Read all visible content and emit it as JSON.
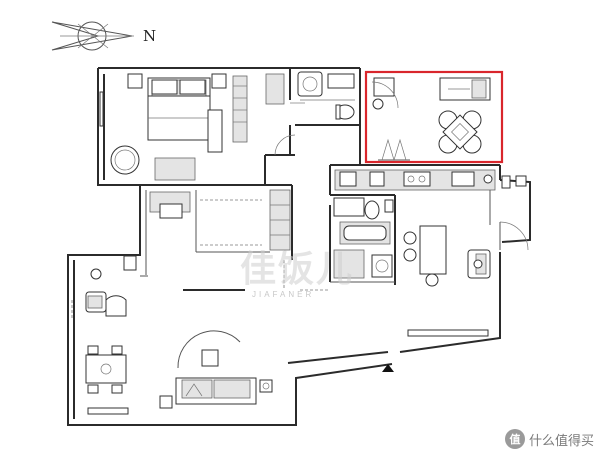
{
  "compass": {
    "north_label": "N"
  },
  "watermark": {
    "main_text": "佳饭儿",
    "sub_text": "JIAFANER"
  },
  "badge": {
    "icon_glyph": "值",
    "text": "什么值得买"
  },
  "highlight": {
    "color": "#d9262c"
  },
  "icons": {
    "compass": "compass-needle-icon",
    "badge": "smzdm-logo-icon"
  }
}
